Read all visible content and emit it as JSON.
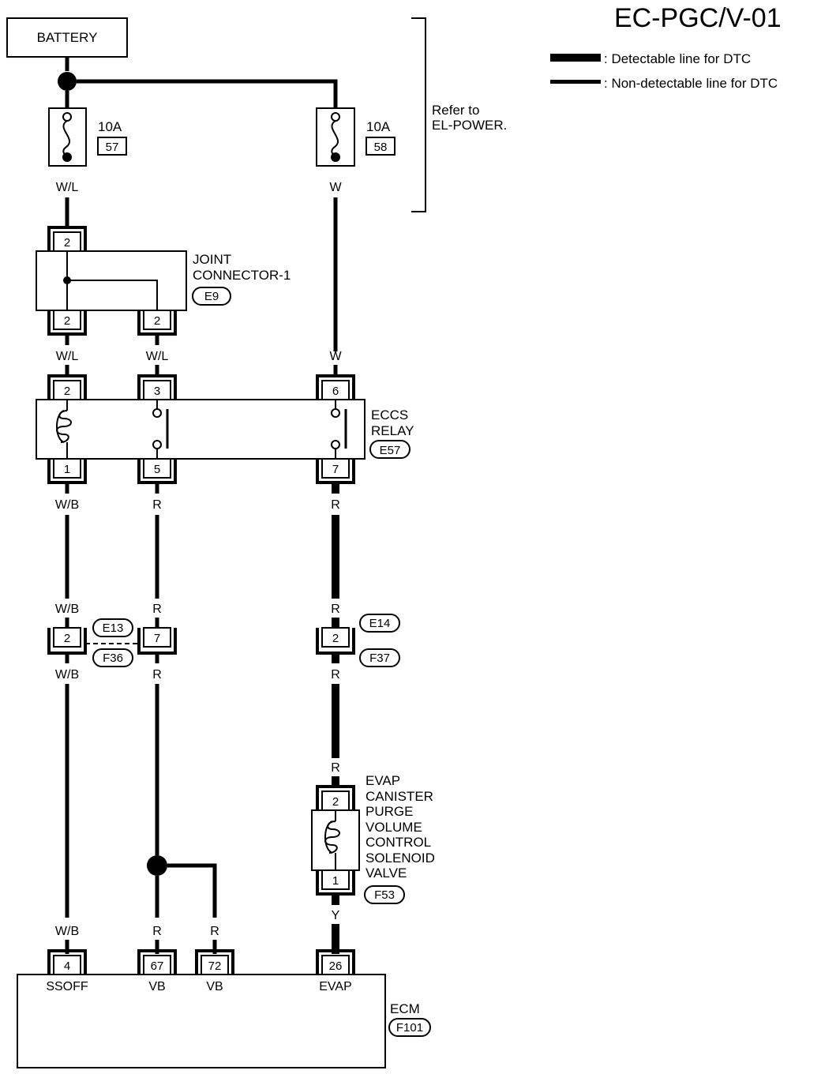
{
  "diagram_id": "EC-PGC/V-01",
  "legend": {
    "detectable": ": Detectable line for DTC",
    "non_detectable": ": Non-detectable line for DTC"
  },
  "battery": {
    "label": "BATTERY"
  },
  "refer": {
    "line1": "Refer to",
    "line2": "EL-POWER."
  },
  "fuse57": {
    "rating": "10A",
    "number": "57"
  },
  "fuse58": {
    "rating": "10A",
    "number": "58"
  },
  "joint_connector": {
    "line1": "JOINT",
    "line2": "CONNECTOR-1",
    "connector": "E9"
  },
  "eccs_relay": {
    "line1": "ECCS",
    "line2": "RELAY",
    "connector": "E57"
  },
  "wire_colors": {
    "wl": "W/L",
    "w": "W",
    "wb": "W/B",
    "r": "R",
    "y": "Y"
  },
  "pins": {
    "jc_top": "2",
    "jc_bottom_left": "2",
    "jc_bottom_right": "2",
    "relay_2": "2",
    "relay_3": "3",
    "relay_6": "6",
    "relay_1": "1",
    "relay_5": "5",
    "relay_7": "7",
    "e13_2": "2",
    "e13_7": "7",
    "e14_2": "2",
    "sol_2": "2",
    "sol_1": "1",
    "ecm_4": "4",
    "ecm_67": "67",
    "ecm_72": "72",
    "ecm_26": "26"
  },
  "connectors": {
    "e13": "E13",
    "f36": "F36",
    "e14": "E14",
    "f37": "F37",
    "f53": "F53",
    "f101": "F101"
  },
  "solenoid": {
    "lines": [
      "EVAP",
      "CANISTER",
      "PURGE",
      "VOLUME",
      "CONTROL",
      "SOLENOID",
      "VALVE"
    ]
  },
  "ecm": {
    "label": "ECM",
    "terminals": {
      "ssoff": "SSOFF",
      "vb1": "VB",
      "vb2": "VB",
      "evap": "EVAP"
    }
  }
}
